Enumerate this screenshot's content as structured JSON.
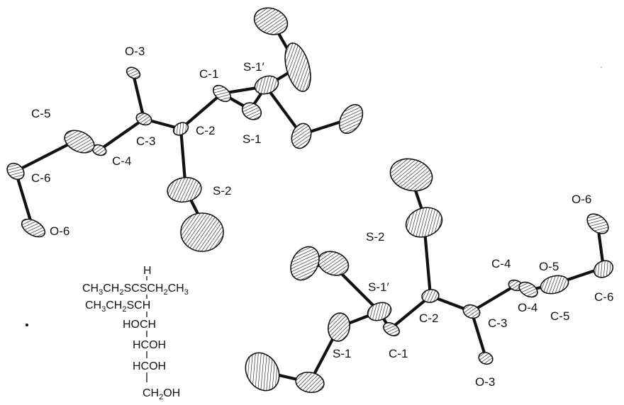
{
  "molecule_a": {
    "labels": {
      "o3": "O-3",
      "c1": "C-1",
      "s1p": "S-1′",
      "c5": "C-5",
      "c3": "C-3",
      "c2": "C-2",
      "s1": "S-1",
      "c4": "C-4",
      "c6": "C-6",
      "s2": "S-2",
      "o6": "O-6"
    }
  },
  "molecule_b": {
    "labels": {
      "s2": "S-2",
      "o6": "O-6",
      "c4": "C-4",
      "o5": "O-5",
      "s1p": "S-1′",
      "c2": "C-2",
      "o4": "O-4",
      "c6": "C-6",
      "c3": "C-3",
      "c5": "C-5",
      "s1": "S-1",
      "c1": "C-1",
      "o3": "O-3"
    }
  },
  "formula": {
    "h": "H",
    "line1_left": "CH",
    "line1_mid": "CH",
    "line1_s1": "SCS",
    "line1_right_a": "CH",
    "line1_right_b": "CH",
    "line2_a": "CH",
    "line2_b": "CH",
    "line2_c": "SCH",
    "line3": "HOCH",
    "line4": "HCOH",
    "line5": "HCOH",
    "line6_a": "CH",
    "line6_b": "OH",
    "sub2": "2",
    "sub3": "3"
  }
}
